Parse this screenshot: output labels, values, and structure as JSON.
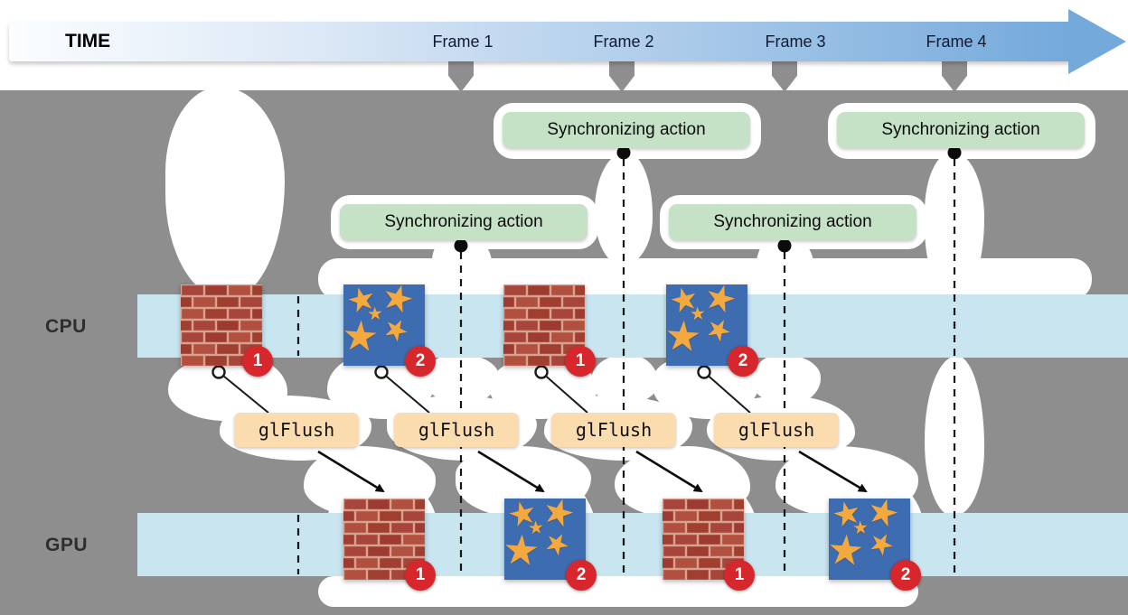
{
  "timeline": {
    "time_label": "TIME",
    "frames": [
      {
        "label": "Frame 1"
      },
      {
        "label": "Frame 2"
      },
      {
        "label": "Frame 3"
      },
      {
        "label": "Frame 4"
      }
    ]
  },
  "lanes": {
    "cpu_label": "CPU",
    "gpu_label": "GPU"
  },
  "sync_actions": [
    {
      "label": "Synchronizing action"
    },
    {
      "label": "Synchronizing action"
    },
    {
      "label": "Synchronizing action"
    },
    {
      "label": "Synchronizing action"
    }
  ],
  "flush_calls": [
    {
      "label": "glFlush"
    },
    {
      "label": "glFlush"
    },
    {
      "label": "glFlush"
    },
    {
      "label": "glFlush"
    }
  ],
  "cpu_commands": [
    {
      "texture": "brick",
      "badge": "1"
    },
    {
      "texture": "stars",
      "badge": "2"
    },
    {
      "texture": "brick",
      "badge": "1"
    },
    {
      "texture": "stars",
      "badge": "2"
    }
  ],
  "gpu_commands": [
    {
      "texture": "brick",
      "badge": "1"
    },
    {
      "texture": "stars",
      "badge": "2"
    },
    {
      "texture": "brick",
      "badge": "1"
    },
    {
      "texture": "stars",
      "badge": "2"
    }
  ],
  "colors": {
    "background_gray": "#8e8e8e",
    "lane_blue": "#c8e5f0",
    "sync_green": "#c5e2c6",
    "flush_peach": "#fbdcae",
    "badge_red": "#d7262c",
    "arrow_blue": "#74a9db",
    "brick_red": "#a8453a",
    "star_orange": "#f4a93f",
    "star_blue": "#3e6cb0"
  }
}
